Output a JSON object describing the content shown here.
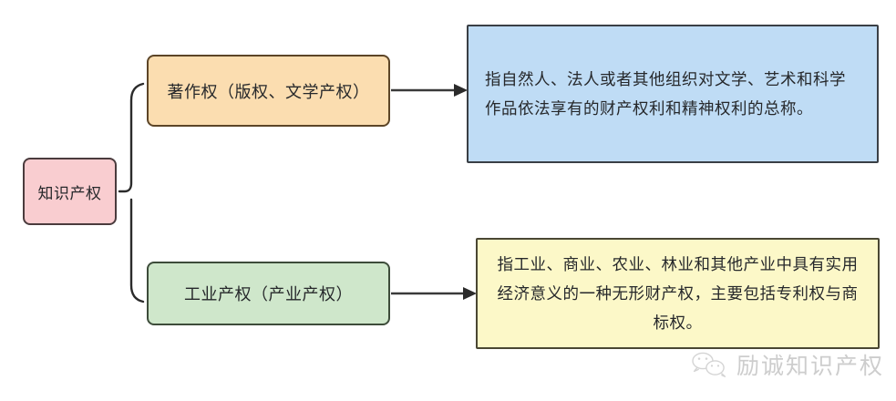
{
  "diagram": {
    "type": "tree-mindmap",
    "title_node": {
      "id": "root",
      "label": "知识产权",
      "color": "#f9cdd0",
      "border_color": "#4a3b3d"
    },
    "branches": [
      {
        "id": "copyright",
        "label": "著作权（版权、文学产权）",
        "color": "#fbddb0",
        "border_color": "#5c4527",
        "description": {
          "id": "copyright-desc",
          "text": "指自然人、法人或者其他组织对文学、艺术和科学作品依法享有的财产权利和精神权利的总称。",
          "color": "#bfdcf5",
          "border_color": "#3a3f45"
        }
      },
      {
        "id": "industrial",
        "label": "工业产权（产业产权）",
        "color": "#cfe7cb",
        "border_color": "#3d4c3a",
        "description": {
          "id": "industrial-desc",
          "text": "指工业、商业、农业、林业和其他产业中具有实用经济意义的一种无形财产权，主要包括专利权与商标权。",
          "color": "#fcf8c8",
          "border_color": "#4a4733"
        }
      }
    ],
    "connectors": {
      "brace_color": "#2b2b2b",
      "arrow_color": "#3a3a3a"
    }
  },
  "watermark": {
    "icon": "wechat-icon",
    "text": "励诚知识产权",
    "color": "#8a8a8a"
  }
}
